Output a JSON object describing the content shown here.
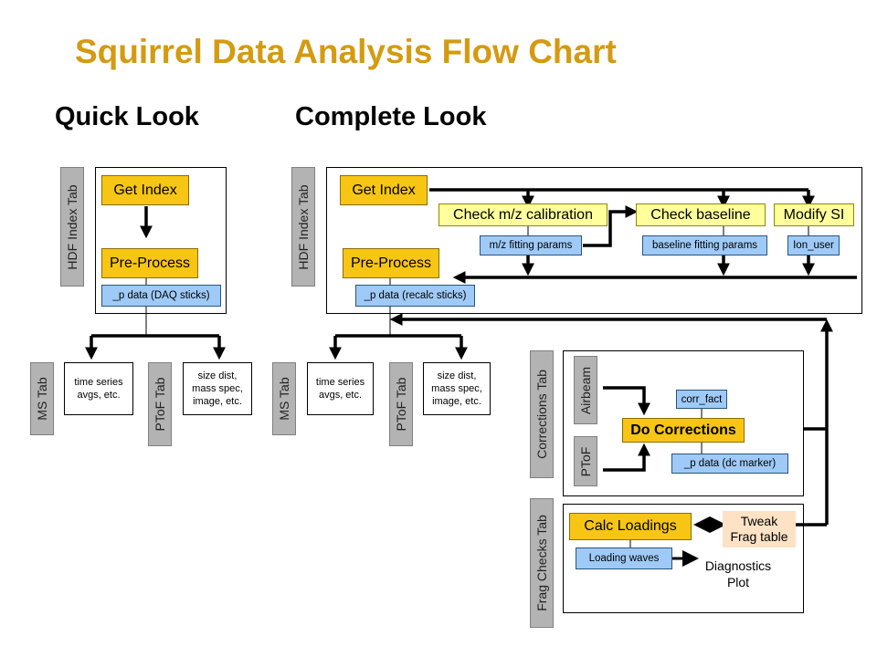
{
  "title": "Squirrel Data Analysis Flow Chart",
  "quick_look": {
    "heading": "Quick Look",
    "hdf_tab": "HDF Index Tab",
    "get_index": "Get Index",
    "pre_process": "Pre-Process",
    "p_data": "_p data (DAQ sticks)",
    "ms_tab": "MS Tab",
    "ms_note": "time series\navgs, etc.",
    "ptof_tab": "PToF Tab",
    "ptof_note": "size dist,\nmass spec,\nimage, etc."
  },
  "complete_look": {
    "heading": "Complete Look",
    "hdf_tab": "HDF Index Tab",
    "get_index": "Get Index",
    "pre_process": "Pre-Process",
    "p_data": "_p data (recalc sticks)",
    "check_mz": "Check m/z calibration",
    "mz_params": "m/z fitting params",
    "check_baseline": "Check baseline",
    "baseline_params": "baseline fitting params",
    "modify_si": "Modify SI",
    "ion_user": "Ion_user",
    "ms_tab": "MS Tab",
    "ms_note": "time series\navgs, etc.",
    "ptof_tab": "PToF Tab",
    "ptof_note": "size dist,\nmass spec,\nimage, etc."
  },
  "corrections": {
    "tab": "Corrections Tab",
    "airbeam": "Airbeam",
    "ptof": "PToF",
    "corr_fact": "corr_fact",
    "do_corrections": "Do Corrections",
    "p_data": "_p data (dc marker)"
  },
  "frag_checks": {
    "tab": "Frag Checks Tab",
    "calc_loadings": "Calc Loadings",
    "tweak": "Tweak\nFrag table",
    "loading_waves": "Loading waves",
    "diagnostics": "Diagnostics\nPlot"
  },
  "colors": {
    "title": "#d49b12",
    "gold_box": "#f7c513",
    "yellow_box": "#ffff9c",
    "blue_box": "#9fcaf7",
    "tab_gray": "#b3b3b3",
    "tweak_box": "#fde2c5"
  }
}
